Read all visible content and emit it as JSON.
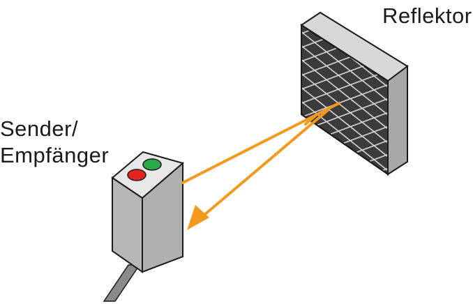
{
  "labels": {
    "reflector": "Reflektor",
    "sender_line1": "Sender/",
    "sender_line2": "Empfänger"
  },
  "colors": {
    "beam": "#f39a1e",
    "device_face": "#b7b7b7",
    "device_side": "#8e8e8e",
    "device_top": "#e8e8e8",
    "reflector_frame": "#b3b3b3",
    "reflector_grid_bg": "#3b3b3b",
    "reflector_grid_lines": "#d0d0d0",
    "led_red": "#e52421",
    "led_green": "#2aa84a",
    "outline": "#1a1a1a"
  }
}
